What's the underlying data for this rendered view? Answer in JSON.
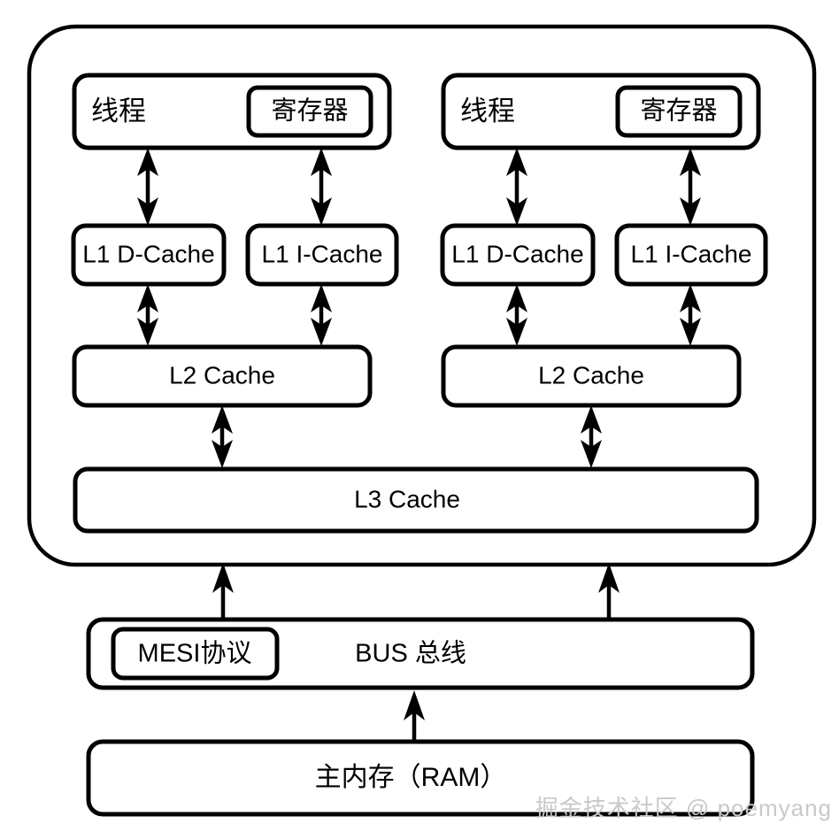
{
  "diagram": {
    "title": "CPU cache hierarchy and main memory",
    "colors": {
      "background": "#ffffff",
      "stroke": "#000000",
      "fill": "#ffffff",
      "watermark": "#c9c9c9"
    },
    "cpu_package": {
      "name": "cpu-package",
      "cores": [
        {
          "id": "core-left",
          "thread_label": "线程",
          "register_label": "寄存器",
          "l1d_label": "L1 D-Cache",
          "l1i_label": "L1 I-Cache",
          "l2_label": "L2 Cache"
        },
        {
          "id": "core-right",
          "thread_label": "线程",
          "register_label": "寄存器",
          "l1d_label": "L1 D-Cache",
          "l1i_label": "L1 I-Cache",
          "l2_label": "L2 Cache"
        }
      ],
      "l3_label": "L3 Cache"
    },
    "bus": {
      "protocol_label": "MESI协议",
      "bus_label": "BUS 总线"
    },
    "memory": {
      "label": "主内存（RAM）"
    },
    "watermark": {
      "text": "掘金技术社区 @ poemyang"
    },
    "connections": [
      {
        "from": "thread-left",
        "to": "l1d-left",
        "type": "bidirectional"
      },
      {
        "from": "thread-left",
        "to": "l1i-left",
        "type": "bidirectional"
      },
      {
        "from": "l1d-left",
        "to": "l2-left",
        "type": "bidirectional"
      },
      {
        "from": "l1i-left",
        "to": "l2-left",
        "type": "bidirectional"
      },
      {
        "from": "l2-left",
        "to": "l3",
        "type": "bidirectional"
      },
      {
        "from": "thread-right",
        "to": "l1d-right",
        "type": "bidirectional"
      },
      {
        "from": "thread-right",
        "to": "l1i-right",
        "type": "bidirectional"
      },
      {
        "from": "l1d-right",
        "to": "l2-right",
        "type": "bidirectional"
      },
      {
        "from": "l1i-right",
        "to": "l2-right",
        "type": "bidirectional"
      },
      {
        "from": "l2-right",
        "to": "l3",
        "type": "bidirectional"
      },
      {
        "from": "bus",
        "to": "cpu-package-left",
        "type": "up"
      },
      {
        "from": "bus",
        "to": "cpu-package-right",
        "type": "up"
      },
      {
        "from": "memory",
        "to": "bus",
        "type": "up"
      }
    ]
  }
}
